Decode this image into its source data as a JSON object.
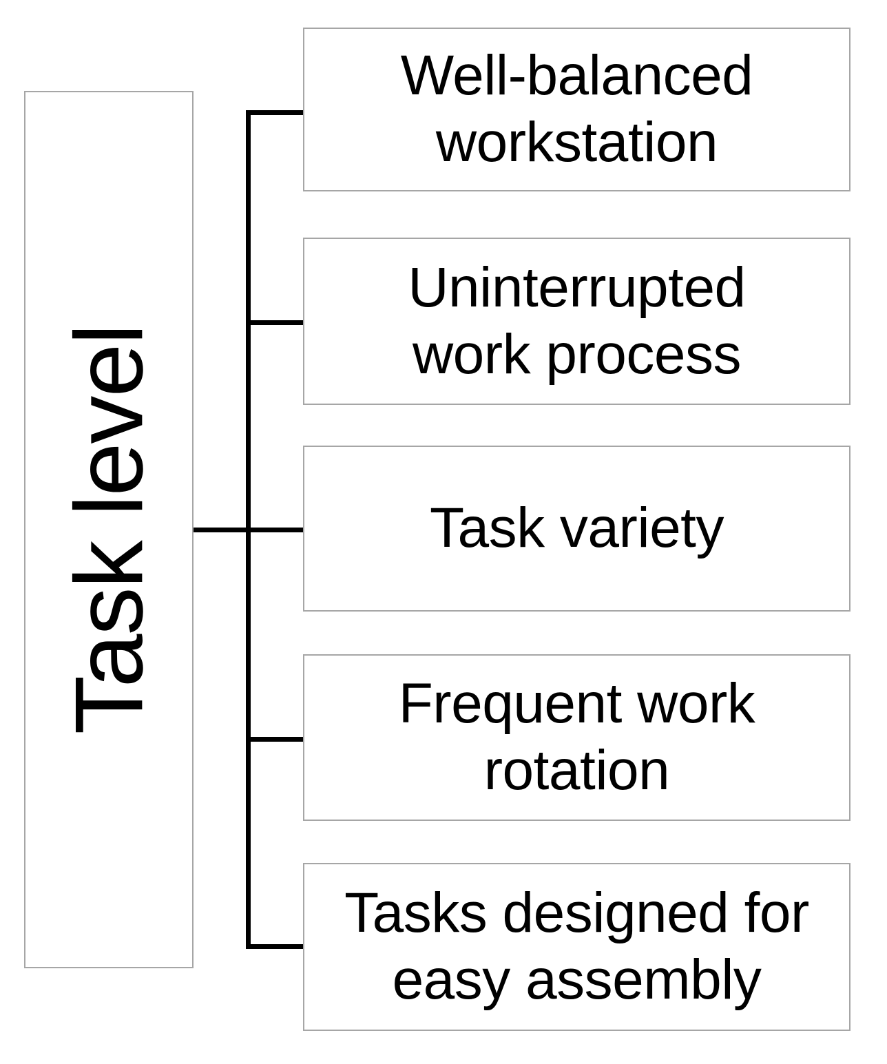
{
  "diagram": {
    "root": {
      "label": "Task level",
      "text_orientation": "vertical-rotated-90ccw"
    },
    "leaves": [
      {
        "label": "Well-balanced\nworkstation"
      },
      {
        "label": "Uninterrupted\nwork process"
      },
      {
        "label": "Task variety"
      },
      {
        "label": "Frequent work\nrotation"
      },
      {
        "label": "Tasks designed for\neasy assembly"
      }
    ],
    "colors": {
      "background": "#ffffff",
      "box_border": "#a6a6a6",
      "connector": "#000000",
      "text": "#000000"
    }
  }
}
